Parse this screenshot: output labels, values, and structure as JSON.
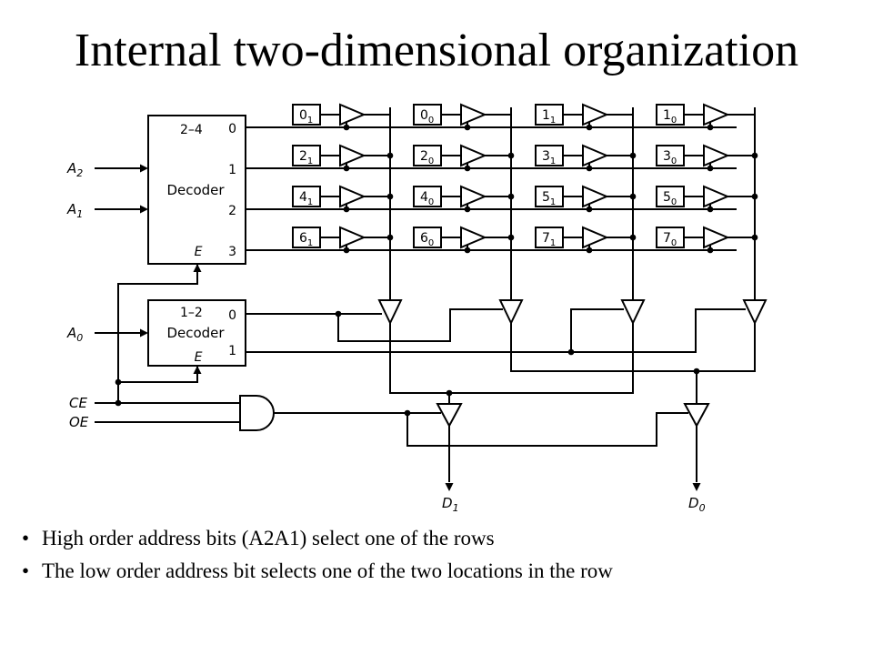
{
  "title": "Internal two-dimensional organization",
  "diagram": {
    "decoder24": {
      "name": "2–4",
      "label": "Decoder",
      "enable": "E",
      "outputs": [
        "0",
        "1",
        "2",
        "3"
      ]
    },
    "decoder12": {
      "name": "1–2",
      "label": "Decoder",
      "enable": "E",
      "outputs": [
        "0",
        "1"
      ]
    },
    "inputs": [
      {
        "base": "A",
        "sub": "2"
      },
      {
        "base": "A",
        "sub": "1"
      },
      {
        "base": "A",
        "sub": "0"
      },
      {
        "base": "CE",
        "sub": ""
      },
      {
        "base": "OE",
        "sub": ""
      }
    ],
    "cells": [
      [
        {
          "base": "0",
          "sub": "1"
        },
        {
          "base": "0",
          "sub": "0"
        },
        {
          "base": "1",
          "sub": "1"
        },
        {
          "base": "1",
          "sub": "0"
        }
      ],
      [
        {
          "base": "2",
          "sub": "1"
        },
        {
          "base": "2",
          "sub": "0"
        },
        {
          "base": "3",
          "sub": "1"
        },
        {
          "base": "3",
          "sub": "0"
        }
      ],
      [
        {
          "base": "4",
          "sub": "1"
        },
        {
          "base": "4",
          "sub": "0"
        },
        {
          "base": "5",
          "sub": "1"
        },
        {
          "base": "5",
          "sub": "0"
        }
      ],
      [
        {
          "base": "6",
          "sub": "1"
        },
        {
          "base": "6",
          "sub": "0"
        },
        {
          "base": "7",
          "sub": "1"
        },
        {
          "base": "7",
          "sub": "0"
        }
      ]
    ],
    "outputs": [
      {
        "base": "D",
        "sub": "1"
      },
      {
        "base": "D",
        "sub": "0"
      }
    ]
  },
  "bullets": [
    "High order address bits (A2A1) select one of the rows",
    "The low order address bit selects one of the two locations in the row"
  ],
  "bullet_marker": "•"
}
